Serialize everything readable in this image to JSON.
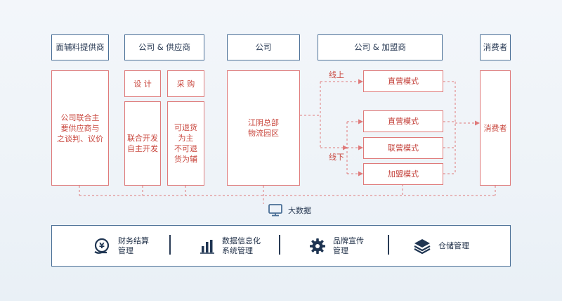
{
  "headers": {
    "supplier": "面辅料提供商",
    "company_supplier": "公司 & 供应商",
    "company": "公司",
    "company_franchisee": "公司 & 加盟商",
    "consumer": "消费者"
  },
  "boxes": {
    "negotiation": "公司联合主\n要供应商与\n之谈判、议价",
    "design_title": "设 计",
    "design_body": "联合开发\n自主开发",
    "purchase_title": "采 购",
    "purchase_body": "可退货\n为主\n不可退\n货为辅",
    "logistics": "江阴总部\n物流园区",
    "consumer": "消费者"
  },
  "channels": {
    "online_label": "线上",
    "offline_label": "线下",
    "online_mode": "直营模式",
    "offline_modes": [
      "直营模式",
      "联营模式",
      "加盟模式"
    ]
  },
  "big_data": {
    "label": "大数据",
    "icon": "monitor-icon"
  },
  "features": [
    {
      "icon": "finance-icon",
      "label": "财务结算\n管理"
    },
    {
      "icon": "bar-chart-icon",
      "label": "数据信息化\n系统管理"
    },
    {
      "icon": "gear-icon",
      "label": "品牌宣传\n管理"
    },
    {
      "icon": "layers-icon",
      "label": "仓储管理"
    }
  ],
  "colors": {
    "header_border": "#4a6f96",
    "red_border": "#df7a7a",
    "red_text": "#c9483f",
    "dark_text": "#2a3b55"
  }
}
